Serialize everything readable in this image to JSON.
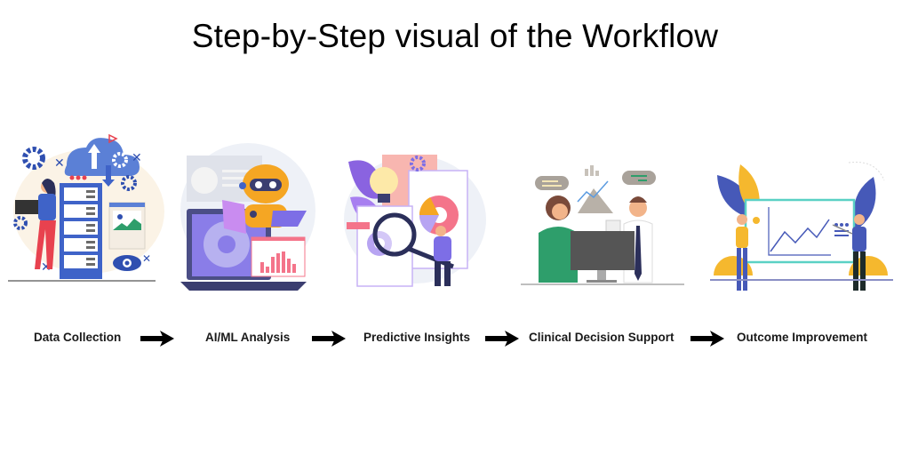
{
  "title": "Step-by-Step visual of the Workflow",
  "steps": [
    {
      "label": "Data Collection",
      "illustration": "woman-with-laptop-server-rack-cloud-upload"
    },
    {
      "label": "AI/ML Analysis",
      "illustration": "robot-with-laptop-pie-and-bar-charts"
    },
    {
      "label": "Predictive Insights",
      "illustration": "person-with-magnifier-lightbulb-donut-charts"
    },
    {
      "label": "Clinical Decision Support",
      "illustration": "two-people-at-computer-with-speech-bubbles"
    },
    {
      "label": "Outcome Improvement",
      "illustration": "presenters-with-rising-line-chart-board"
    }
  ],
  "connector": {
    "icon": "right-arrow-icon",
    "color": "#000000"
  },
  "colors": {
    "blue": "#3f63c8",
    "light_blue": "#6f92e0",
    "red": "#e8424f",
    "orange": "#f5a623",
    "purple": "#7d6ee6",
    "pink": "#f4748a",
    "green": "#2e9e6b",
    "teal": "#4fd1c5",
    "gray": "#a9a29a"
  }
}
